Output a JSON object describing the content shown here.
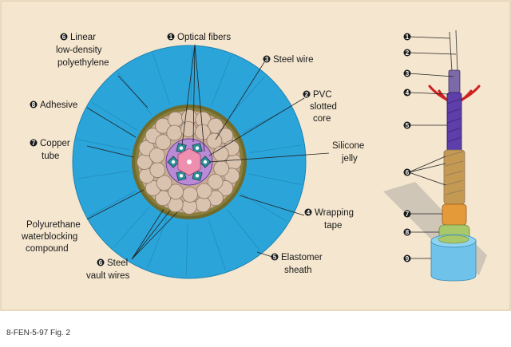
{
  "caption": "8-FEN-5-97 Fig. 2",
  "colors": {
    "panel": "#f4e6cf",
    "panel_border": "#e2cfae",
    "outer_jacket": "#2ba4d9",
    "steel_wire": "#d9c2ae",
    "steel_wire_stroke": "#8c7563",
    "slotted_core": "#b98ad6",
    "center_member": "#ee8fb0",
    "optical_fiber": "#3d83bf",
    "copper_tube": "#8a7e3a",
    "adhesive": "#6f6a2e",
    "label_dot": "#1a1a1a",
    "leader_line": "#222222",
    "shadow": "#cfc6b8",
    "band_brown": "#c49a52",
    "band_orange": "#e59a3a",
    "band_green": "#a9c86a",
    "band_blue": "#6fc3ea",
    "tube_blue": "#5e3ea8",
    "fiber_red": "#cc2222"
  },
  "labels": [
    {
      "id": "linear-low-density-polyethylene",
      "number": "6",
      "lines": [
        "Linear",
        "low-density",
        "polyethylene"
      ]
    },
    {
      "id": "optical-fibers",
      "number": "1",
      "lines": [
        "Optical fibers"
      ]
    },
    {
      "id": "steel-wire",
      "number": "3",
      "lines": [
        "Steel wire"
      ]
    },
    {
      "id": "pvc-slotted-core",
      "number": "2",
      "lines": [
        "PVC",
        "slotted",
        "core"
      ]
    },
    {
      "id": "adhesive",
      "number": "8",
      "lines": [
        "Adhesive"
      ]
    },
    {
      "id": "silicone-jelly",
      "number": "",
      "lines": [
        "Silicone",
        "jelly"
      ]
    },
    {
      "id": "copper-tube",
      "number": "7",
      "lines": [
        "Copper",
        "tube"
      ]
    },
    {
      "id": "polyurethane-compound",
      "number": "",
      "lines": [
        "Polyurethane",
        "waterblocking",
        "compound"
      ]
    },
    {
      "id": "wrapping-tape",
      "number": "4",
      "lines": [
        "Wrapping",
        "tape"
      ]
    },
    {
      "id": "steel-vault-wires",
      "number": "6",
      "lines": [
        "Steel",
        "vault wires"
      ]
    },
    {
      "id": "elastomer-sheath",
      "number": "5",
      "lines": [
        "Elastomer",
        "sheath"
      ]
    }
  ],
  "side_markers": [
    "1",
    "2",
    "3",
    "4",
    "5",
    "6",
    "7",
    "8",
    "9"
  ]
}
